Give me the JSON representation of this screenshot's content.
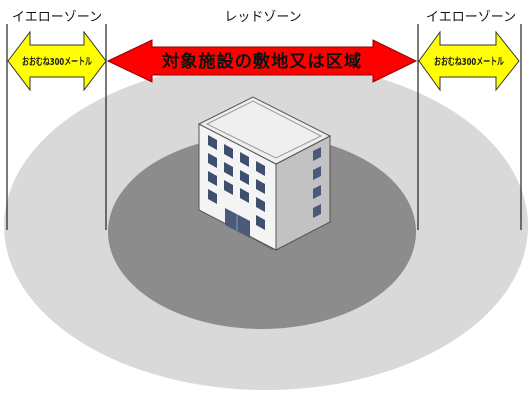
{
  "zones": {
    "left_title": "イエローゾーン",
    "center_title": "レッドゾーン",
    "right_title": "イエローゾーン"
  },
  "arrows": {
    "yellow_left_label": "おおむね300メートル",
    "red_label": "対象施設の敷地又は区域",
    "yellow_right_label": "おおむね300メートル"
  },
  "colors": {
    "yellow_arrow": "#ffff00",
    "red_arrow": "#ff0000",
    "outer_zone": "#d9d9d9",
    "inner_zone": "#8c8c8c"
  },
  "icons": {
    "facility": "building-icon"
  }
}
